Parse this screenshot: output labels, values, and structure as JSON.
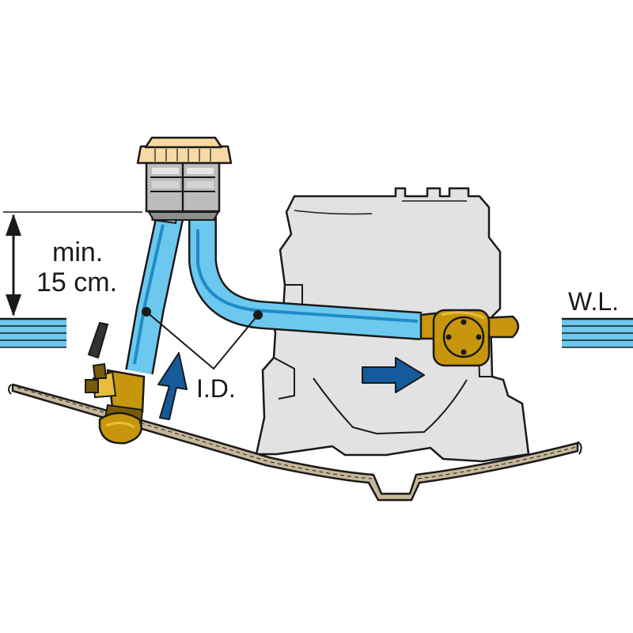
{
  "labels": {
    "min_line1": "min.",
    "min_line2": "15 cm.",
    "inner_diameter": "I.D.",
    "waterline": "W.L."
  },
  "colors": {
    "hose_fill": "#6cc8ef",
    "hose_dark": "#1f8cc6",
    "bronze": "#c8960c",
    "bronze_light": "#e8be3a",
    "engine": "#e2e2e2",
    "strainer_lid": "#f6d9a4",
    "strainer_body": "#bcbcbc",
    "water": "#6cc8ef",
    "flow_arrow": "#155a9a",
    "outline": "#1a1a1a",
    "hull": "#c7b79a"
  },
  "icons": {
    "flow_up": "arrow-up-icon",
    "flow_right": "arrow-right-icon"
  }
}
